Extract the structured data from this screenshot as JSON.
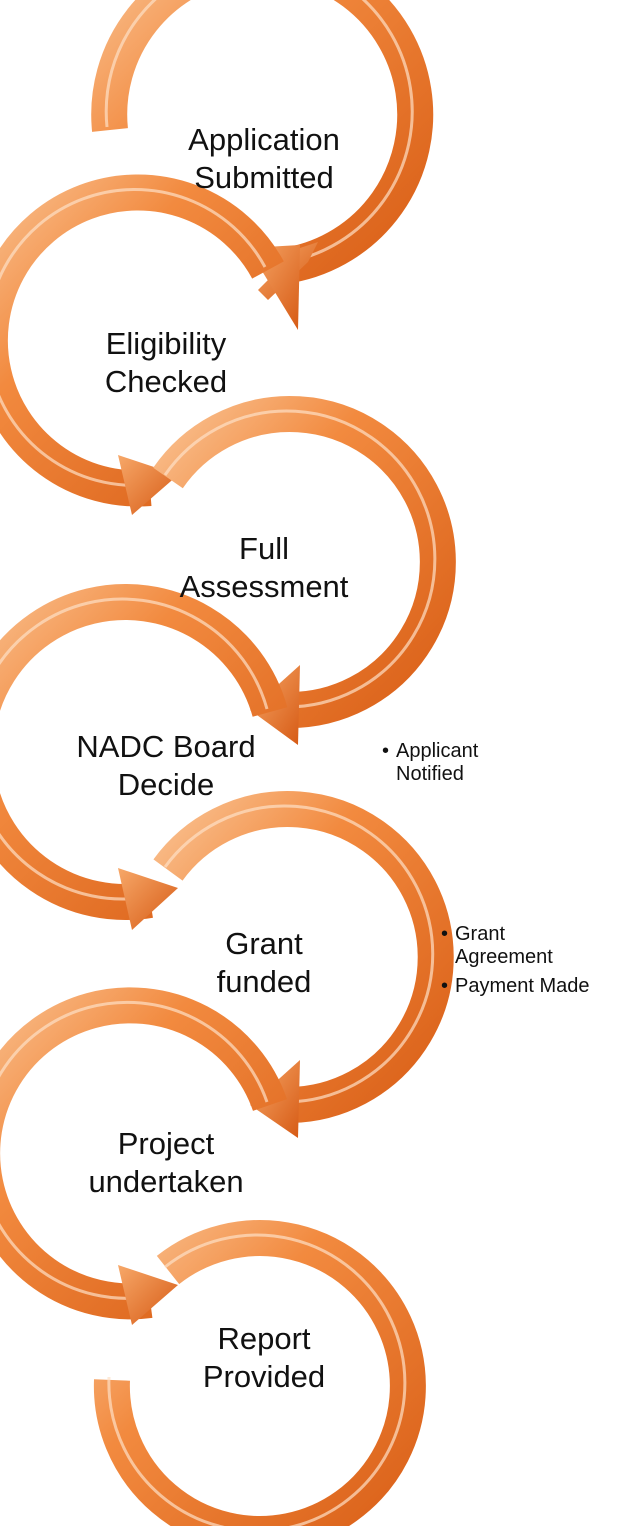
{
  "colors": {
    "arrow_light": "#f6b07a",
    "arrow_mid": "#ef7d2e",
    "arrow_dark": "#d9621a",
    "highlight": "#fcd9b8"
  },
  "steps": [
    {
      "id": "application-submitted",
      "line1": "Application",
      "line2": "Submitted"
    },
    {
      "id": "eligibility-checked",
      "line1": "Eligibility",
      "line2": "Checked"
    },
    {
      "id": "full-assessment",
      "line1": "Full",
      "line2": "Assessment"
    },
    {
      "id": "nadc-board-decide",
      "line1": "NADC Board",
      "line2": "Decide"
    },
    {
      "id": "grant-funded",
      "line1": "Grant",
      "line2": "funded"
    },
    {
      "id": "project-undertaken",
      "line1": "Project",
      "line2": "undertaken"
    },
    {
      "id": "report-provided",
      "line1": "Report",
      "line2": "Provided"
    }
  ],
  "notes": {
    "board": [
      {
        "line1": "Applicant",
        "line2": "Notified"
      }
    ],
    "grant": [
      {
        "line1": "Grant",
        "line2": "Agreement"
      },
      {
        "line1": "Payment Made",
        "line2": ""
      }
    ]
  }
}
